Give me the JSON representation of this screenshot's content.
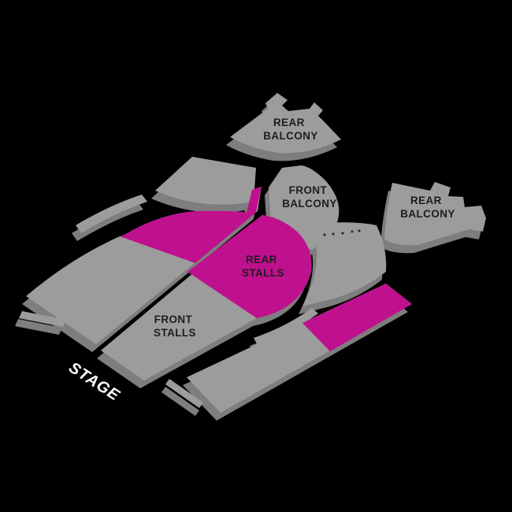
{
  "colors": {
    "background": "#000000",
    "section_top": "#9c9c9c",
    "section_side": "#7e7e7e",
    "highlight": "#bf108e",
    "label": "#1d1d1d",
    "stage_label": "#ffffff"
  },
  "stage": {
    "label": "STAGE"
  },
  "sections": {
    "rear_balcony_top": {
      "line1": "REAR",
      "line2": "BALCONY",
      "highlighted": false
    },
    "front_balcony": {
      "line1": "FRONT",
      "line2": "BALCONY",
      "highlighted": false
    },
    "rear_balcony_right": {
      "line1": "REAR",
      "line2": "BALCONY",
      "highlighted": false
    },
    "rear_stalls": {
      "line1": "REAR",
      "line2": "STALLS",
      "highlighted": true
    },
    "front_stalls": {
      "line1": "FRONT",
      "line2": "STALLS",
      "highlighted": true
    }
  }
}
